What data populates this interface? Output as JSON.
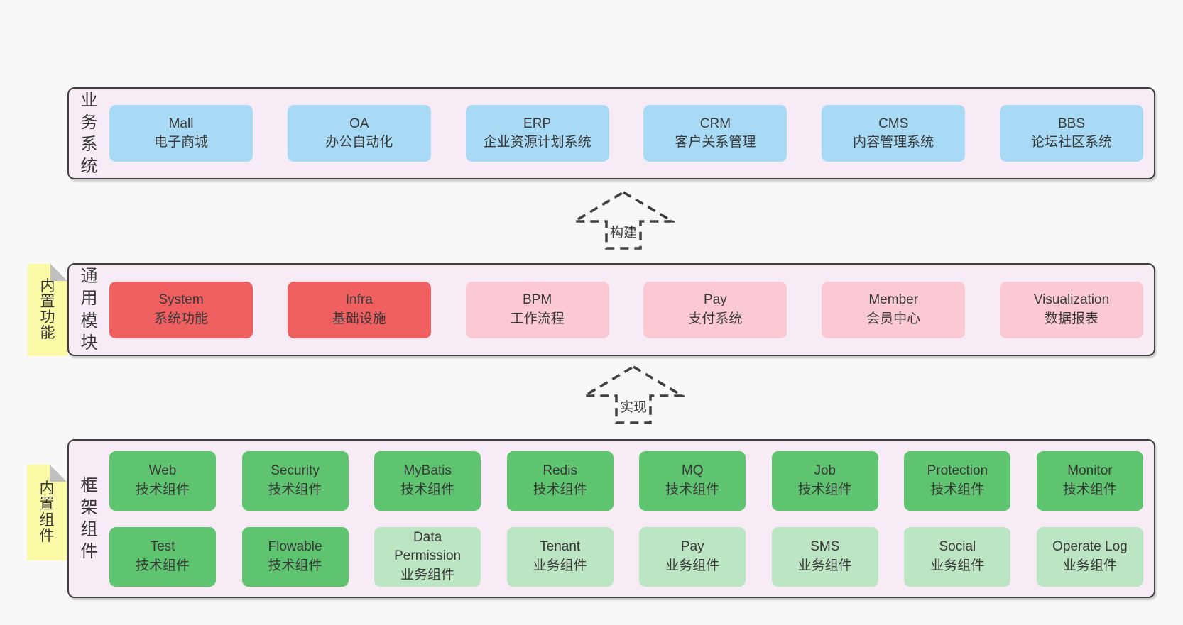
{
  "canvas": {
    "bg": "#f8f8f8"
  },
  "colors": {
    "panel_bg": "#f7ecf5",
    "panel_border": "#3f3f3f",
    "blue": "#a8daf5",
    "red": "#ef5f60",
    "pink": "#fbc9d4",
    "green": "#5ec46f",
    "green_light": "#bce5c3",
    "sticky_yellow": "#fafaa6",
    "sticky_fold_gray": "#c0c0c0"
  },
  "sections": [
    {
      "id": "business-systems",
      "label": "业务系统",
      "rows": [
        [
          {
            "title": "Mall",
            "subtitle": "电子商城",
            "variant": "blue"
          },
          {
            "title": "OA",
            "subtitle": "办公自动化",
            "variant": "blue"
          },
          {
            "title": "ERP",
            "subtitle": "企业资源计划系统",
            "variant": "blue"
          },
          {
            "title": "CRM",
            "subtitle": "客户关系管理",
            "variant": "blue"
          },
          {
            "title": "CMS",
            "subtitle": "内容管理系统",
            "variant": "blue"
          },
          {
            "title": "BBS",
            "subtitle": "论坛社区系统",
            "variant": "blue"
          }
        ]
      ]
    },
    {
      "id": "common-modules",
      "label": "通用模块",
      "sticky": "内置功能",
      "rows": [
        [
          {
            "title": "System",
            "subtitle": "系统功能",
            "variant": "red"
          },
          {
            "title": "Infra",
            "subtitle": "基础设施",
            "variant": "red"
          },
          {
            "title": "BPM",
            "subtitle": "工作流程",
            "variant": "pink"
          },
          {
            "title": "Pay",
            "subtitle": "支付系统",
            "variant": "pink"
          },
          {
            "title": "Member",
            "subtitle": "会员中心",
            "variant": "pink"
          },
          {
            "title": "Visualization",
            "subtitle": "数据报表",
            "variant": "pink"
          }
        ]
      ]
    },
    {
      "id": "framework-components",
      "label": "框架组件",
      "sticky": "内置组件",
      "rows": [
        [
          {
            "title": "Web",
            "subtitle": "技术组件",
            "variant": "green"
          },
          {
            "title": "Security",
            "subtitle": "技术组件",
            "variant": "green"
          },
          {
            "title": "MyBatis",
            "subtitle": "技术组件",
            "variant": "green"
          },
          {
            "title": "Redis",
            "subtitle": "技术组件",
            "variant": "green"
          },
          {
            "title": "MQ",
            "subtitle": "技术组件",
            "variant": "green"
          },
          {
            "title": "Job",
            "subtitle": "技术组件",
            "variant": "green"
          },
          {
            "title": "Protection",
            "subtitle": "技术组件",
            "variant": "green"
          },
          {
            "title": "Monitor",
            "subtitle": "技术组件",
            "variant": "green"
          }
        ],
        [
          {
            "title": "Test",
            "subtitle": "技术组件",
            "variant": "green"
          },
          {
            "title": "Flowable",
            "subtitle": "技术组件",
            "variant": "green"
          },
          {
            "title": "Data Permission",
            "subtitle": "业务组件",
            "variant": "green-light"
          },
          {
            "title": "Tenant",
            "subtitle": "业务组件",
            "variant": "green-light"
          },
          {
            "title": "Pay",
            "subtitle": "业务组件",
            "variant": "green-light"
          },
          {
            "title": "SMS",
            "subtitle": "业务组件",
            "variant": "green-light"
          },
          {
            "title": "Social",
            "subtitle": "业务组件",
            "variant": "green-light"
          },
          {
            "title": "Operate Log",
            "subtitle": "业务组件",
            "variant": "green-light"
          }
        ]
      ]
    }
  ],
  "arrows": [
    {
      "label": "构建"
    },
    {
      "label": "实现"
    }
  ]
}
